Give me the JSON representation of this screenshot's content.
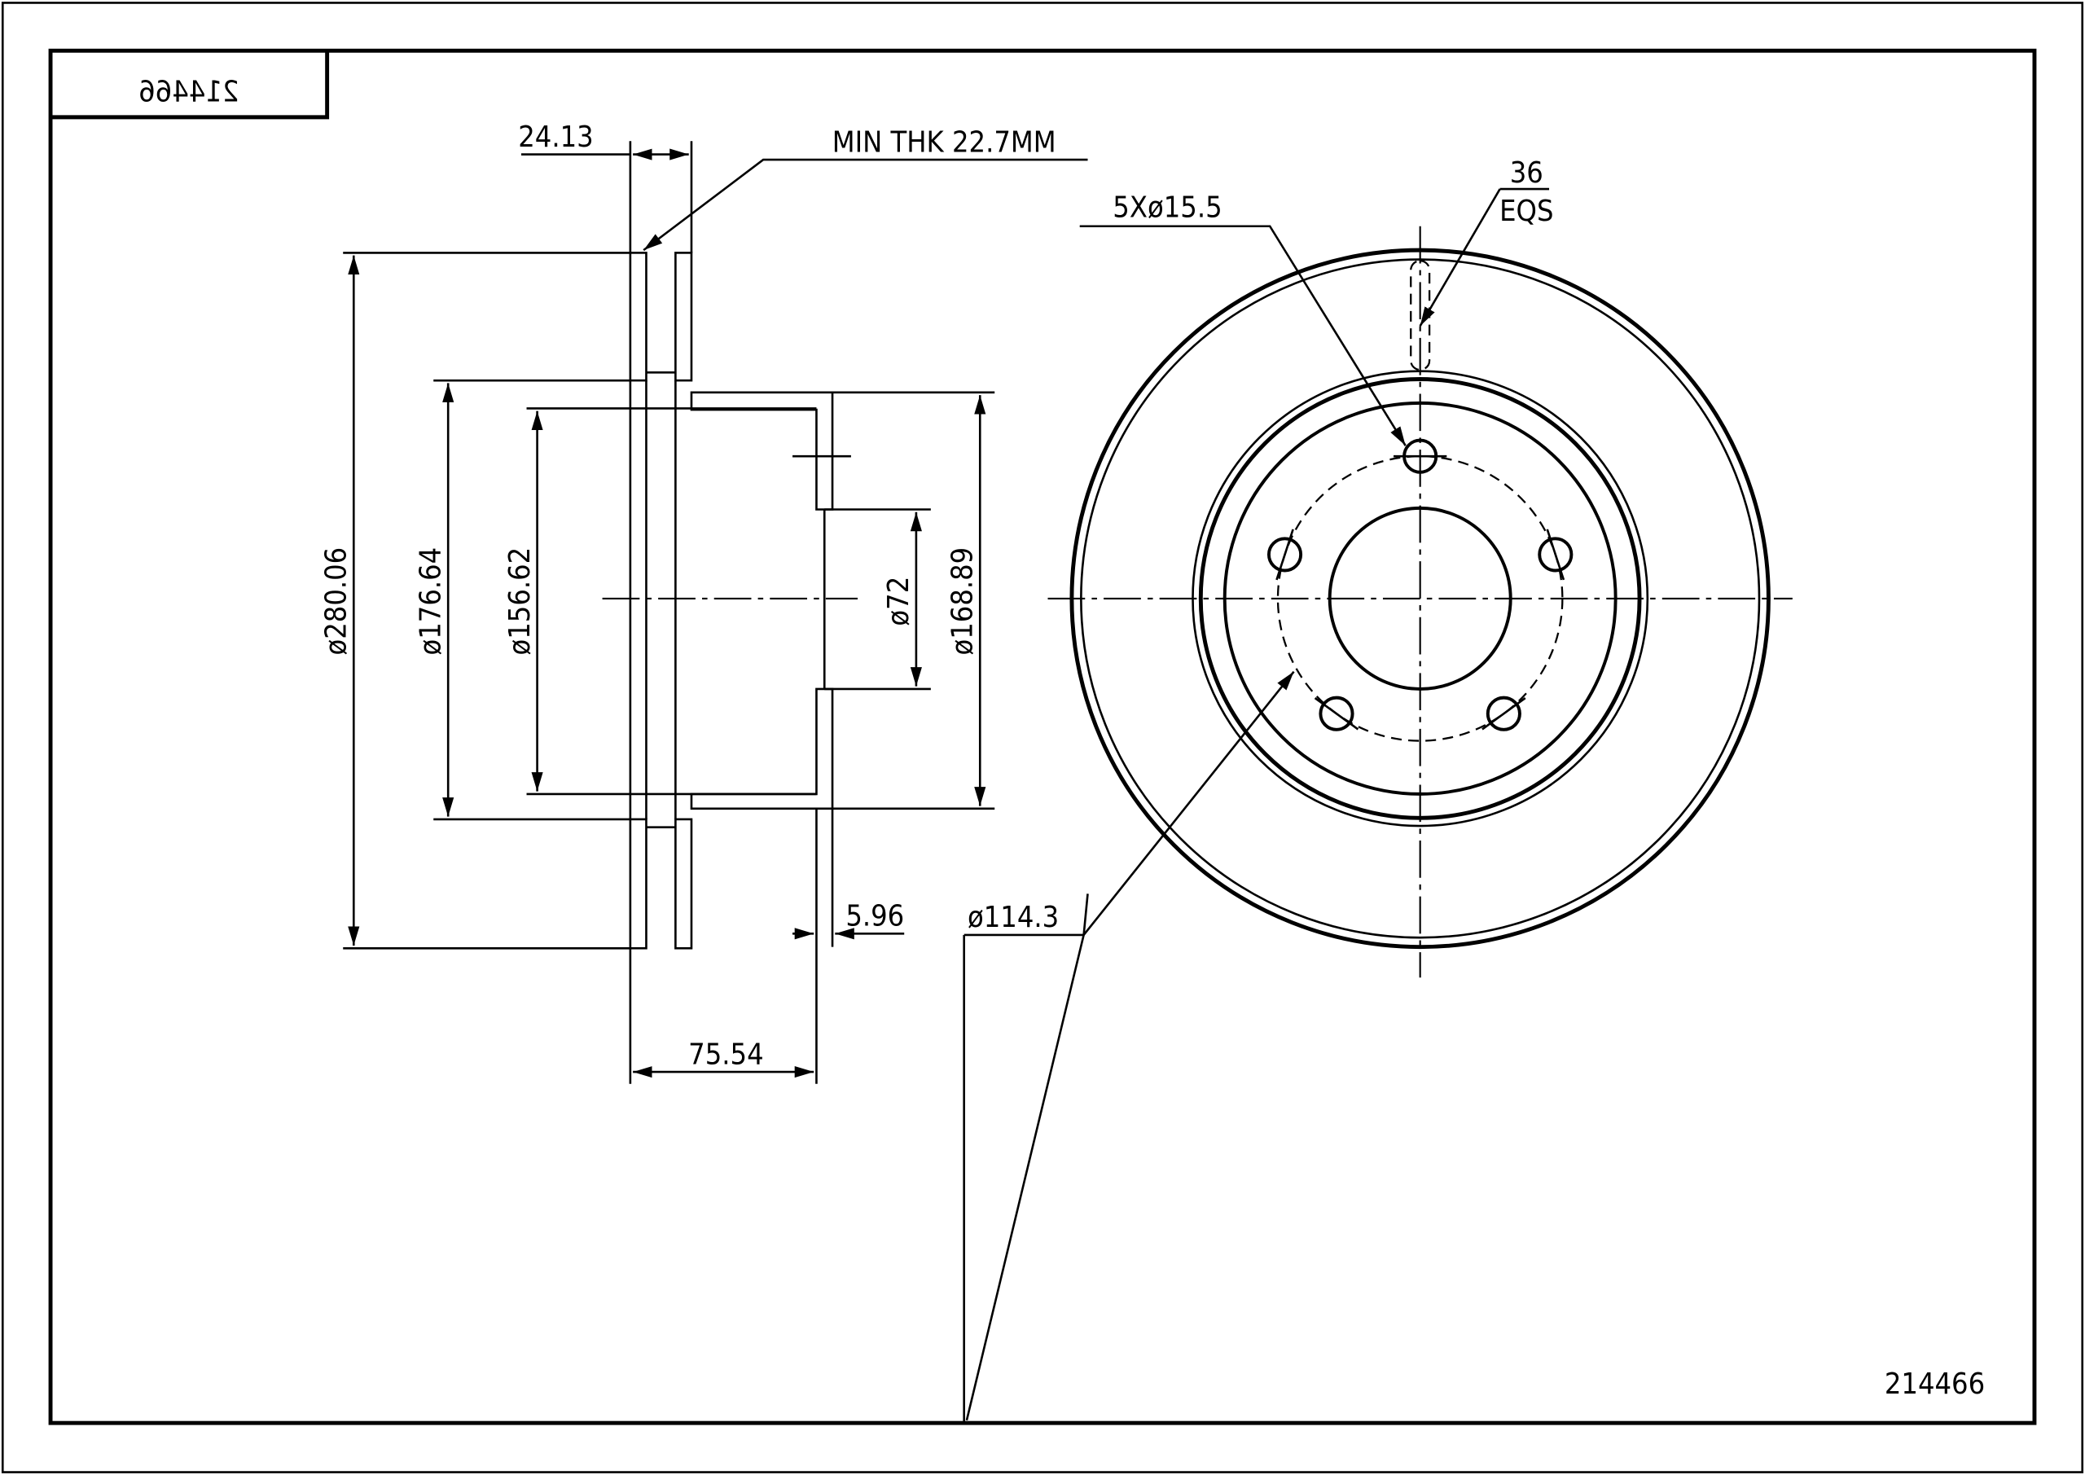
{
  "part_number_mirrored": "214466",
  "part_number": "214466",
  "dimensions": {
    "thickness": "24.13",
    "min_thickness": "MIN THK 22.7MM",
    "outer_diameter": "ø280.06",
    "d_176": "ø176.64",
    "d_156": "ø156.62",
    "center_bore": "ø72",
    "hat_diameter": "ø168.89",
    "hat_offset": "5.96",
    "height": "75.54",
    "bolt_circle": "ø114.3",
    "bolt_holes": "5Xø15.5",
    "slots_count": "36",
    "slots_spacing": "EQS"
  }
}
